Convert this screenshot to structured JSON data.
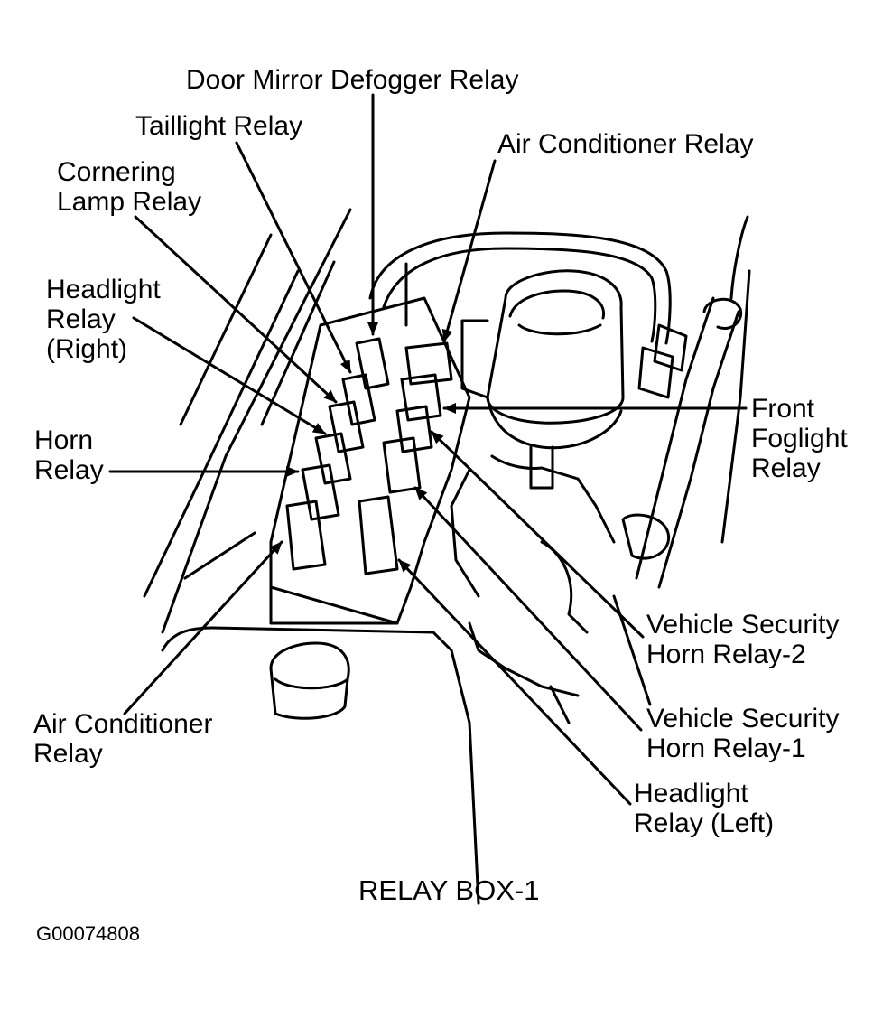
{
  "diagram": {
    "labels": {
      "door_mirror_defogger_relay": [
        "Door Mirror Defogger Relay"
      ],
      "taillight_relay": [
        "Taillight Relay"
      ],
      "air_conditioner_relay_top": [
        "Air Conditioner Relay"
      ],
      "cornering_lamp_relay": [
        "Cornering",
        "Lamp Relay"
      ],
      "headlight_relay_right": [
        "Headlight",
        "Relay",
        "(Right)"
      ],
      "horn_relay": [
        "Horn",
        "Relay"
      ],
      "front_foglight_relay": [
        "Front",
        "Foglight",
        "Relay"
      ],
      "vehicle_security_horn_relay_2": [
        "Vehicle Security",
        "Horn Relay-2"
      ],
      "vehicle_security_horn_relay_1": [
        "Vehicle Security",
        "Horn Relay-1"
      ],
      "headlight_relay_left": [
        "Headlight",
        "Relay (Left)"
      ],
      "air_conditioner_relay_bottom": [
        "Air Conditioner",
        "Relay"
      ]
    },
    "caption": "RELAY BOX-1",
    "figure_code": "G00074808"
  }
}
